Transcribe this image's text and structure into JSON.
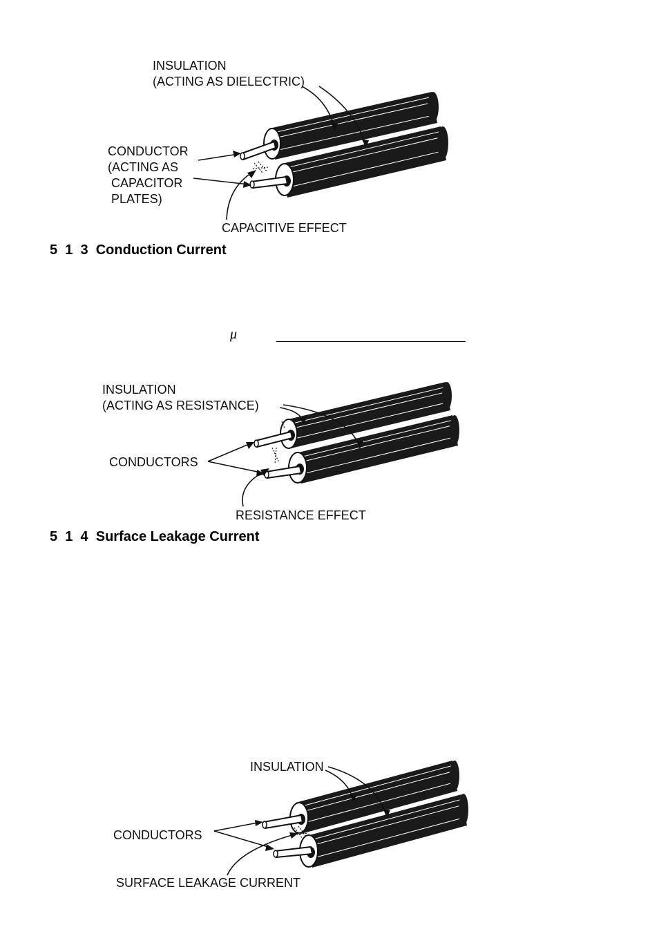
{
  "figure1": {
    "insulation_line1": "INSULATION",
    "insulation_line2": "(ACTING AS DIELECTRIC)",
    "conductor_line1": "CONDUCTOR",
    "conductor_line2": "(ACTING AS",
    "conductor_line3": " CAPACITOR",
    "conductor_line4": " PLATES)",
    "effect": "CAPACITIVE EFFECT"
  },
  "section_513": {
    "number": "5  1  3",
    "title": "Conduction Current",
    "symbol": "μ"
  },
  "figure2": {
    "insulation_line1": "INSULATION",
    "insulation_line2": "(ACTING AS RESISTANCE)",
    "conductors": "CONDUCTORS",
    "effect": "RESISTANCE EFFECT"
  },
  "section_514": {
    "number": "5  1  4",
    "title": "Surface Leakage Current"
  },
  "figure3": {
    "insulation": "INSULATION",
    "conductors": "CONDUCTORS",
    "effect": "SURFACE LEAKAGE CURRENT"
  },
  "colors": {
    "ink": "#111111",
    "background": "#ffffff"
  },
  "icons": [
    "cable-pair-drawing",
    "arrow-icon"
  ]
}
